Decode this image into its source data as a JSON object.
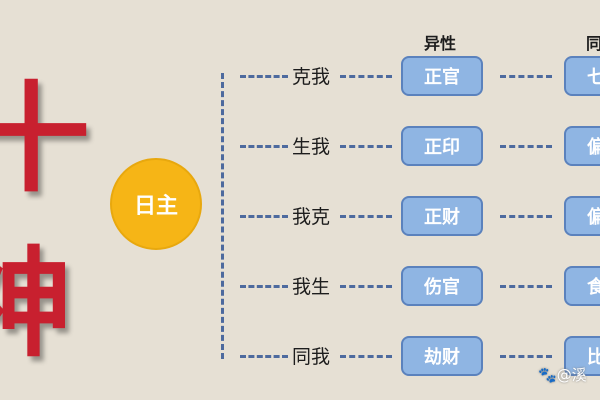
{
  "title": {
    "char1": "十",
    "char2": "神"
  },
  "center": {
    "label": "日主"
  },
  "headers": {
    "opposite": "异性",
    "same": "同性"
  },
  "rows": [
    {
      "relation": "克我",
      "opposite": "正官",
      "same": "七杀"
    },
    {
      "relation": "生我",
      "opposite": "正印",
      "same": "偏印"
    },
    {
      "relation": "我克",
      "opposite": "正财",
      "same": "偏财"
    },
    {
      "relation": "我生",
      "opposite": "伤官",
      "same": "食神"
    },
    {
      "relation": "同我",
      "opposite": "劫财",
      "same": "比肩"
    }
  ],
  "watermark": "@溪",
  "colors": {
    "background": "#e6e0d4",
    "title_red": "#c8202f",
    "sun": "#f6b516",
    "box": "#8fb5e3",
    "line": "#4d6a9e"
  }
}
